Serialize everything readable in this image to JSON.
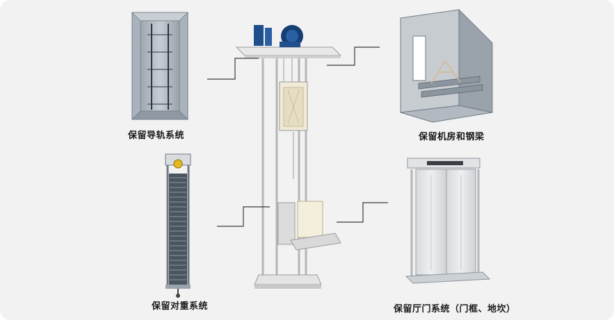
{
  "labels": {
    "guide_rail": "保留导轨系统",
    "machine_room": "保留机房和钢梁",
    "counterweight": "保留对重系统",
    "landing_door": "保留厅门系统（门框、地坎）"
  },
  "colors": {
    "background": "#f2f2f2",
    "leader_line": "#3a3a3a",
    "motor_blue": "#1f4e8c",
    "steel_grey": "#b9c0c6"
  }
}
